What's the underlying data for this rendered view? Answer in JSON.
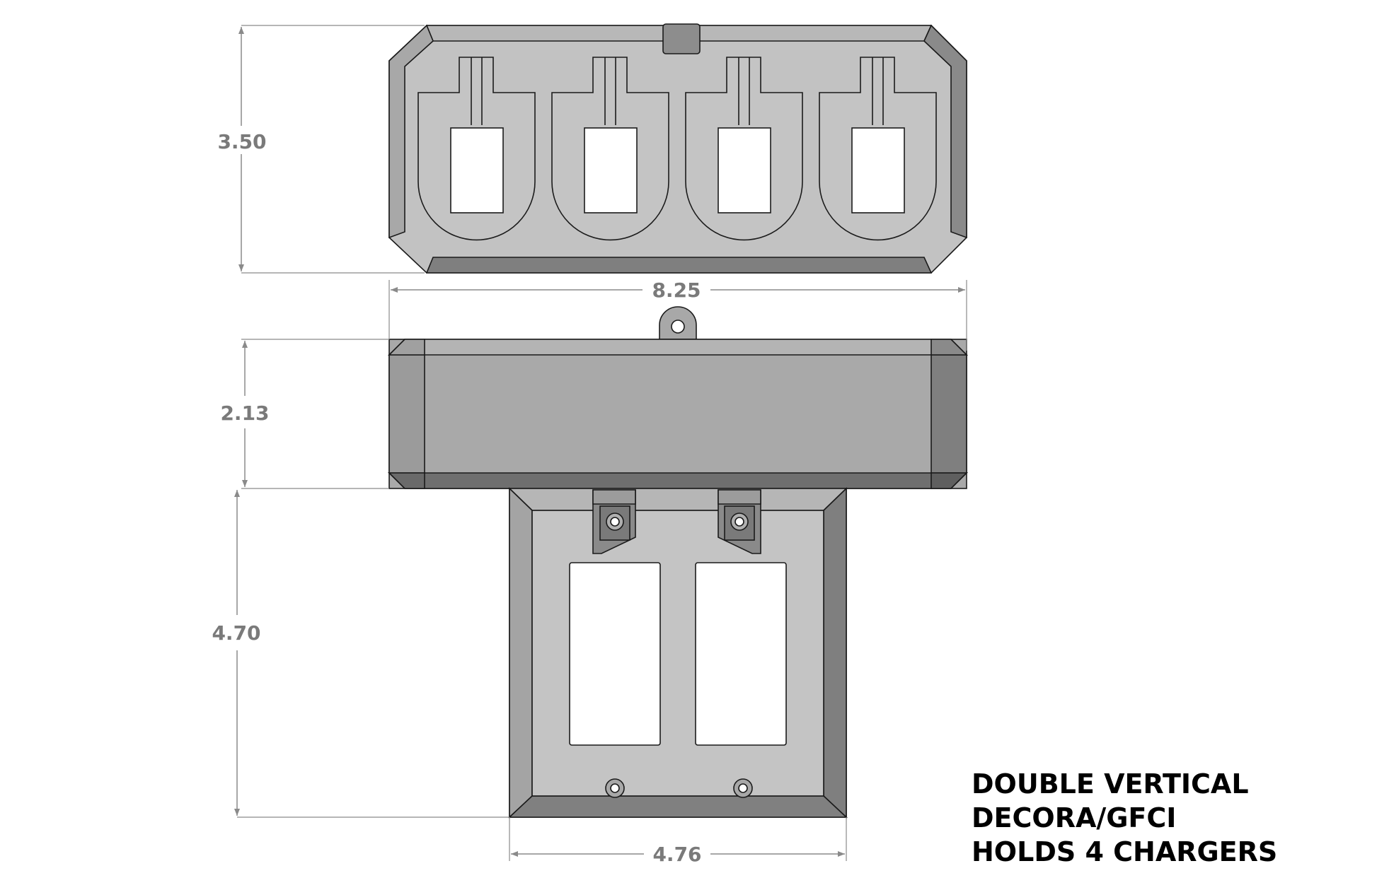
{
  "dimensions": {
    "top_view_height": "3.50",
    "overall_width": "8.25",
    "front_view_height": "2.13",
    "plate_height": "4.70",
    "plate_width": "4.76"
  },
  "note": {
    "line1": "DOUBLE VERTICAL",
    "line2": "DECORA/GFCI",
    "line3": "HOLDS 4 CHARGERS"
  },
  "colors": {
    "face_light": "#c2c2c2",
    "bevel_mid": "#9e9e9e",
    "bevel_dark": "#7f7f7f",
    "bevel_darker": "#6f6f6f",
    "dim_gray": "#7a7a7a",
    "edge": "#1a1a1a"
  }
}
